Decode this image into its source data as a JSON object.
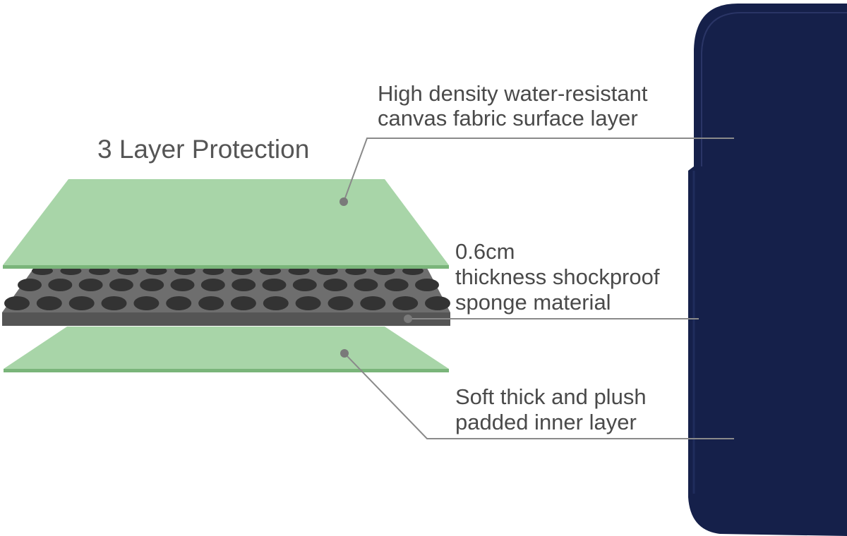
{
  "diagram": {
    "title": "3 Layer Protection",
    "layers": [
      {
        "id": "outer",
        "label": "High density water-resistant\ncanvas fabric surface layer",
        "material": "canvas fabric",
        "color": "#a8d5a8"
      },
      {
        "id": "middle",
        "label": "0.6cm\nthickness shockproof\nsponge material",
        "material": "sponge",
        "color": "#6e6e6e",
        "hole_color": "#333333"
      },
      {
        "id": "inner",
        "label": "Soft thick and plush\npadded inner layer",
        "material": "plush padding",
        "color": "#a8d5a8"
      }
    ],
    "product_color": "#15204a",
    "leader_color": "#8a8a8a"
  }
}
